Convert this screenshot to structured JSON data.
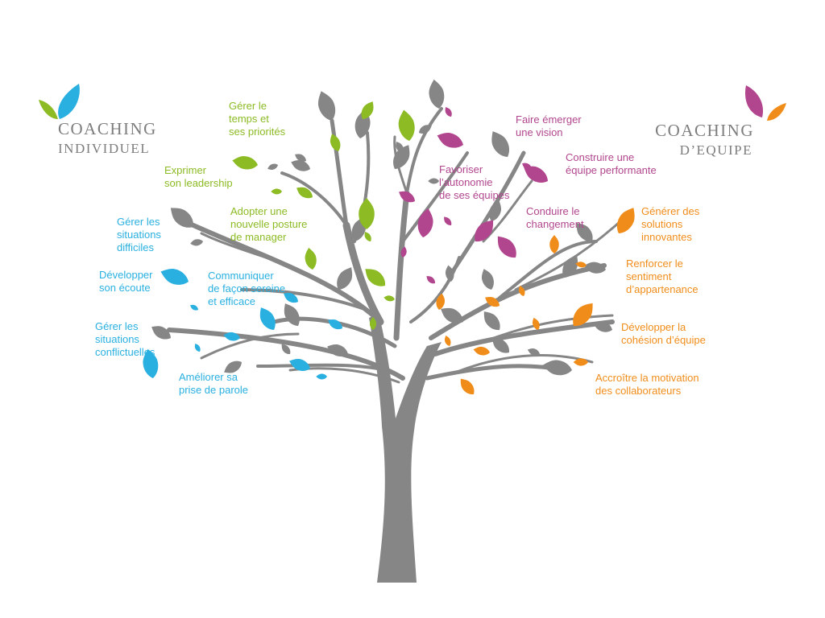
{
  "colors": {
    "trunk": "#868686",
    "green": "#8cbb24",
    "blue": "#29b0e0",
    "magenta": "#b2468e",
    "orange": "#f08d1a",
    "gray_leaf": "#868686"
  },
  "titles": {
    "individual": {
      "line1": "COACHING",
      "line2": "INDIVIDUEL"
    },
    "team": {
      "line1": "COACHING",
      "line2": "D’EQUIPE"
    }
  },
  "labels": {
    "green": [
      {
        "lines": [
          "Gérer le",
          "temps et",
          "ses priorités"
        ]
      },
      {
        "lines": [
          "Exprimer",
          "son leadership"
        ]
      },
      {
        "lines": [
          "Adopter une",
          "nouvelle posture",
          "de manager"
        ]
      }
    ],
    "blue": [
      {
        "lines": [
          "Gérer les",
          "situations",
          "difficiles"
        ]
      },
      {
        "lines": [
          "Développer",
          "son écoute"
        ]
      },
      {
        "lines": [
          "Communiquer",
          "de façon sereine",
          "et efficace"
        ]
      },
      {
        "lines": [
          "Gérer les",
          "situations",
          "conflictuelles"
        ]
      },
      {
        "lines": [
          "Améliorer sa",
          "prise de parole"
        ]
      }
    ],
    "magenta": [
      {
        "lines": [
          "Faire émerger",
          "une vision"
        ]
      },
      {
        "lines": [
          "Construire une",
          "équipe performante"
        ]
      },
      {
        "lines": [
          "Favoriser",
          "l’autonomie",
          "de ses équipes"
        ]
      },
      {
        "lines": [
          "Conduire le",
          "changement"
        ]
      }
    ],
    "orange": [
      {
        "lines": [
          "Générer des",
          "solutions",
          "innovantes"
        ]
      },
      {
        "lines": [
          "Renforcer le",
          "sentiment",
          "d’appartenance"
        ]
      },
      {
        "lines": [
          "Développer la",
          "cohésion d’équipe"
        ]
      },
      {
        "lines": [
          "Accroître la motivation",
          "des collaborateurs"
        ]
      }
    ]
  }
}
